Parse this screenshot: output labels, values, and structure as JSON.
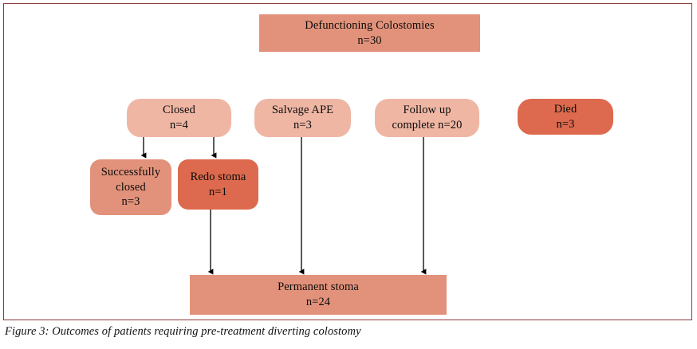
{
  "figure": {
    "caption": "Figure 3: Outcomes of patients requiring pre-treatment diverting colostomy",
    "frame_border_color": "#8d3a39",
    "background_color": "#ffffff"
  },
  "palette": {
    "light_salmon": "#efb6a4",
    "medium_salmon": "#e2927a",
    "dark_terracotta": "#dd6a4e",
    "connector_color": "#000000",
    "text_color": "#0b0b0b"
  },
  "chart_data": {
    "type": "diagram",
    "title": "Outcomes of patients requiring pre-treatment diverting colostomy",
    "nodes": [
      {
        "id": "defunctioning",
        "label": "Defunctioning Colostomies",
        "count_label": "n=30",
        "n": 30,
        "shape": "rectangle",
        "color": "#e2927a"
      },
      {
        "id": "closed",
        "label": "Closed",
        "count_label": "n=4",
        "n": 4,
        "shape": "rounded",
        "color": "#efb6a4"
      },
      {
        "id": "salvage",
        "label": "Salvage APE",
        "count_label": "n=3",
        "n": 3,
        "shape": "rounded",
        "color": "#efb6a4"
      },
      {
        "id": "followup",
        "label": "Follow up",
        "count_label": "complete n=20",
        "n": 20,
        "shape": "rounded",
        "color": "#efb6a4"
      },
      {
        "id": "died",
        "label": "Died",
        "count_label": "n=3",
        "n": 3,
        "shape": "rounded",
        "color": "#dd6a4e"
      },
      {
        "id": "successfully",
        "label": "Successfully",
        "label2": "closed",
        "count_label": "n=3",
        "n": 3,
        "shape": "rounded",
        "color": "#e2927a"
      },
      {
        "id": "redostoma",
        "label": "Redo stoma",
        "count_label": "n=1",
        "n": 1,
        "shape": "rounded",
        "color": "#dd6a4e"
      },
      {
        "id": "permanent",
        "label": "Permanent stoma",
        "count_label": "n=24",
        "n": 24,
        "shape": "rectangle",
        "color": "#e2927a"
      }
    ],
    "edges": [
      {
        "from": "closed",
        "to": "successfully"
      },
      {
        "from": "closed",
        "to": "redostoma"
      },
      {
        "from": "redostoma",
        "to": "permanent"
      },
      {
        "from": "salvage",
        "to": "permanent"
      },
      {
        "from": "followup",
        "to": "permanent"
      }
    ]
  },
  "nodes": {
    "defunctioning": {
      "line1": "Defunctioning Colostomies",
      "line2": "n=30"
    },
    "closed": {
      "line1": "Closed",
      "line2": "n=4"
    },
    "salvage": {
      "line1": "Salvage APE",
      "line2": "n=3"
    },
    "followup": {
      "line1": "Follow up",
      "line2": "complete n=20"
    },
    "died": {
      "line1": "Died",
      "line2": "n=3"
    },
    "successfully": {
      "line1": "Successfully",
      "line2": "closed",
      "line3": "n=3"
    },
    "redostoma": {
      "line1": "Redo stoma",
      "line2": "n=1"
    },
    "permanent": {
      "line1": "Permanent stoma",
      "line2": "n=24"
    }
  }
}
